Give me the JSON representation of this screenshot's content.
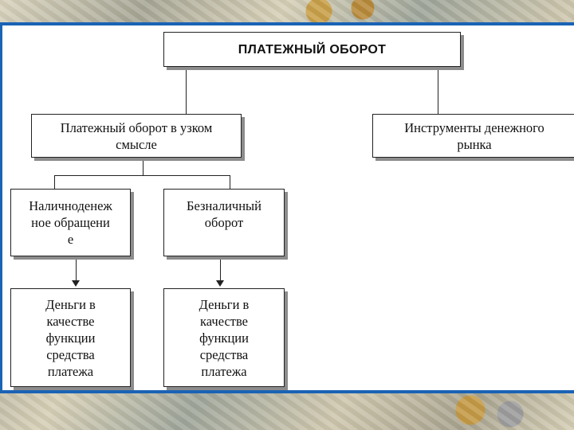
{
  "diagram": {
    "root": "ПЛАТЕЖНЫЙ ОБОРОТ",
    "narrow": "Платежный оборот в узком смысле",
    "instruments": "Инструменты денежного рынка",
    "cash": "Наличноденежное обращение",
    "cashless": "Безналичный оборот",
    "money_left": "Деньги в качестве функции средства платежа",
    "money_right": "Деньги в качестве функции средства платежа"
  },
  "colors": {
    "frame": "#1a63b5",
    "shadow": "#8c8c8c"
  }
}
